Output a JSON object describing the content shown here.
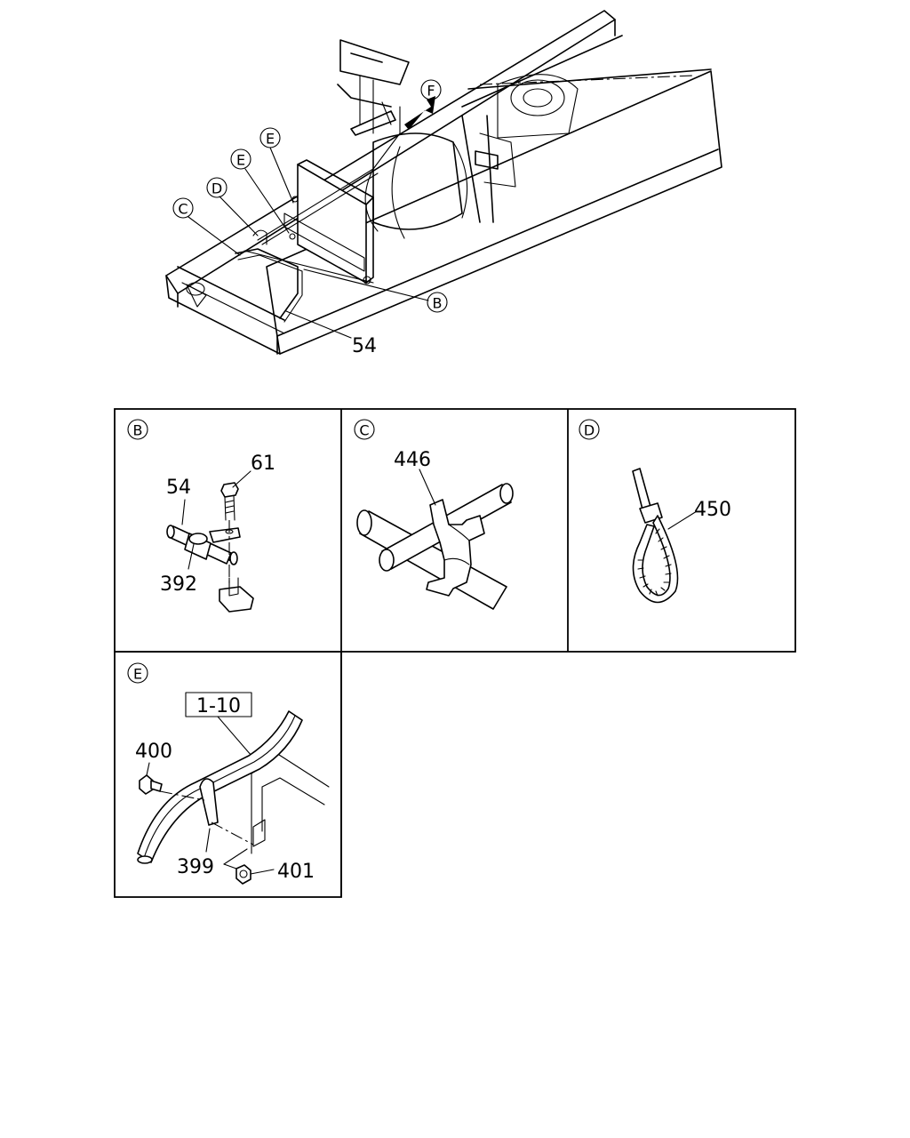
{
  "overview": {
    "callouts": {
      "F": "F",
      "E1": "E",
      "E2": "E",
      "D": "D",
      "C": "C",
      "B": "B"
    },
    "part_54": "54"
  },
  "panel_b": {
    "letter": "B",
    "part_61": "61",
    "part_54": "54",
    "part_392": "392"
  },
  "panel_c": {
    "letter": "C",
    "part_446": "446"
  },
  "panel_d": {
    "letter": "D",
    "part_450": "450"
  },
  "panel_e": {
    "letter": "E",
    "ref_box": "1-10",
    "part_400": "400",
    "part_399": "399",
    "part_401": "401"
  }
}
